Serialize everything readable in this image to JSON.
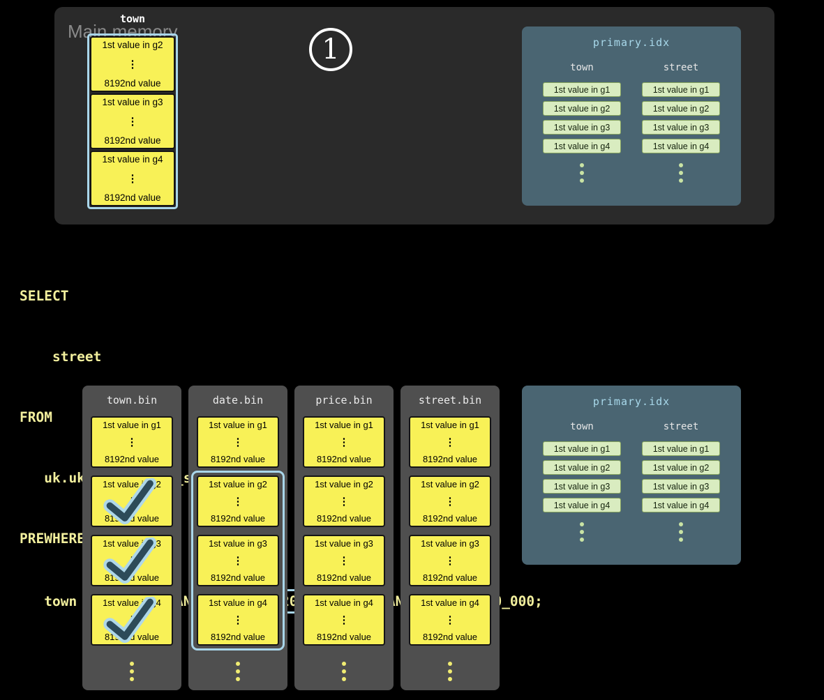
{
  "colors": {
    "background": "#000000",
    "memory_panel": "#2a2a2a",
    "bin_panel": "#4f4f4f",
    "index_panel": "#4a6572",
    "granule_yellow": "#f8f157",
    "index_cell_green": "#d9ecc0",
    "highlight_blue": "#a9d6ea",
    "sql_yellow": "#f2ef9d",
    "index_title_blue": "#a8d8ea",
    "check_dark": "#2d4b59"
  },
  "glyphs": {
    "vdots": "⋮"
  },
  "step_badge": {
    "number": "1"
  },
  "main_memory": {
    "label": "Main memory",
    "column": {
      "header": "town",
      "granule_tops": [
        "1st value in g2",
        "1st value in g3",
        "1st value in g4"
      ],
      "granule_bottom": "8192nd value"
    }
  },
  "sql": {
    "lines": [
      "SELECT",
      "    street",
      "FROM",
      "   uk.uk_price_paid_simple",
      "PREWHERE"
    ],
    "last_line": {
      "pre": "   town = 'LONDON' AND ",
      "highlight": "date > '2024-12-31'",
      "post": " AND price < 10_000;"
    }
  },
  "primary_index": {
    "title": "primary.idx",
    "columns": [
      {
        "header": "town",
        "cells": [
          "1st value in g1",
          "1st value in g2",
          "1st value in g3",
          "1st value in g4"
        ]
      },
      {
        "header": "street",
        "cells": [
          "1st value in g1",
          "1st value in g2",
          "1st value in g3",
          "1st value in g4"
        ]
      }
    ]
  },
  "bins": [
    {
      "header": "town.bin",
      "granule_tops": [
        "1st value in g1",
        "1st value in g2",
        "1st value in g3",
        "1st value in g4"
      ],
      "granule_bottom": "8192nd value",
      "checked_granules": [
        2,
        3,
        4
      ]
    },
    {
      "header": "date.bin",
      "granule_tops": [
        "1st value in g1",
        "1st value in g2",
        "1st value in g3",
        "1st value in g4"
      ],
      "granule_bottom": "8192nd value",
      "highlighted_granules": [
        2,
        3,
        4
      ]
    },
    {
      "header": "price.bin",
      "granule_tops": [
        "1st value in g1",
        "1st value in g2",
        "1st value in g3",
        "1st value in g4"
      ],
      "granule_bottom": "8192nd value"
    },
    {
      "header": "street.bin",
      "granule_tops": [
        "1st value in g1",
        "1st value in g2",
        "1st value in g3",
        "1st value in g4"
      ],
      "granule_bottom": "8192nd value"
    }
  ]
}
